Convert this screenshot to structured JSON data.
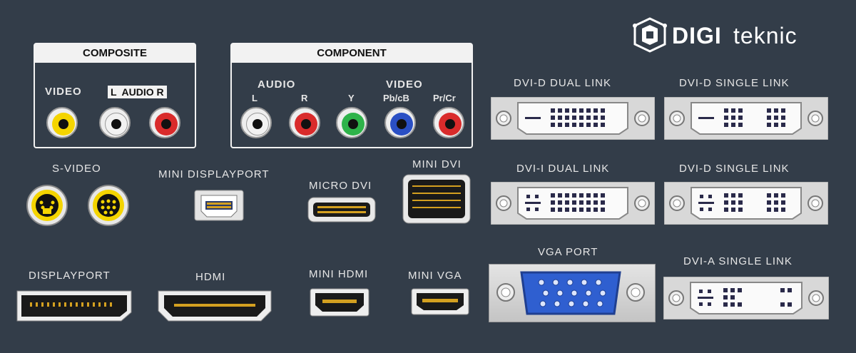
{
  "brand": {
    "name_bold": "DIGI",
    "name_light": "teknic"
  },
  "composite": {
    "title": "COMPOSITE",
    "video_label": "VIDEO",
    "audio_label": "L  AUDIO R",
    "jacks": [
      {
        "name": "video",
        "color": "#f4d400"
      },
      {
        "name": "audio-l",
        "color": "#f2f2f2"
      },
      {
        "name": "audio-r",
        "color": "#d92b2b"
      }
    ]
  },
  "component": {
    "title": "COMPONENT",
    "audio_label": "AUDIO",
    "video_label": "VIDEO",
    "sub_labels": [
      "L",
      "R",
      "Y",
      "Pb/cB",
      "Pr/Cr"
    ],
    "jacks": [
      {
        "name": "audio-l",
        "color": "#f2f2f2"
      },
      {
        "name": "audio-r",
        "color": "#d92b2b"
      },
      {
        "name": "y",
        "color": "#2eb34a"
      },
      {
        "name": "pb",
        "color": "#2a4fc4"
      },
      {
        "name": "pr",
        "color": "#d92b2b"
      }
    ]
  },
  "labels": {
    "svideo": "S-VIDEO",
    "mini_displayport": "MINI DISPLAYPORT",
    "micro_dvi": "MICRO DVI",
    "mini_dvi": "MINI DVI",
    "displayport": "DISPLAYPORT",
    "hdmi": "HDMI",
    "mini_hdmi": "MINI HDMI",
    "mini_vga": "MINI VGA",
    "dvi_d_dual": "DVI-D DUAL LINK",
    "dvi_d_single_1": "DVI-D SINGLE LINK",
    "dvi_i_dual": "DVI-I DUAL LINK",
    "dvi_d_single_2": "DVI-D SINGLE LINK",
    "vga_port": "VGA PORT",
    "dvi_a_single": "DVI-A SINGLE LINK"
  },
  "colors": {
    "background": "#333d49",
    "svideo_yellow": "#f4d400",
    "vga_blue": "#2f5fd0",
    "gold_pin": "#d4a020"
  },
  "icons": [
    "digiteknic-logo-icon"
  ]
}
